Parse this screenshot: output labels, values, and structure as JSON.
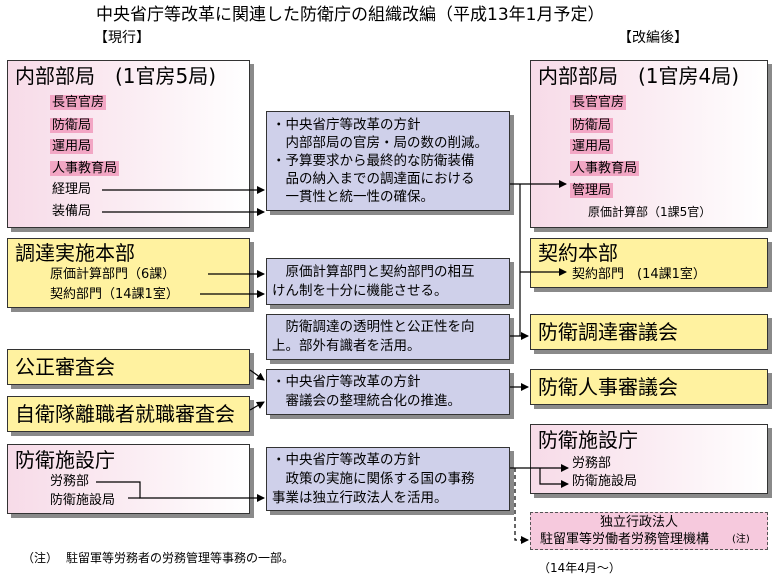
{
  "title": "中央省庁等改革に関連した防衛庁の組織改編（平成13年1月予定）",
  "current_label": "【現行】",
  "after_label": "【改編後】",
  "left": {
    "naibu": {
      "title": "内部部局　(1官房5局)",
      "items": [
        "長官官房",
        "防衛局",
        "運用局",
        "人事教育局",
        "経理局",
        "装備局"
      ]
    },
    "chotatsu": {
      "title": "調達実施本部",
      "items": [
        "原価計算部門（6課）",
        "契約部門（14課1室）"
      ]
    },
    "kosei": "公正審査会",
    "jieitai": "自衛隊離職者就職審査会",
    "shisetsu": {
      "title": "防衛施設庁",
      "items": [
        "労務部",
        "防衛施設局"
      ]
    }
  },
  "middle": {
    "box1": [
      "・中央省庁等改革の方針",
      "　内部部局の官房・局の数の削減。",
      "・予算要求から最終的な防衛装備",
      "　品の納入までの調達面における",
      "　一貫性と統一性の確保。"
    ],
    "box2": [
      "　原価計算部門と契約部門の相互",
      "けん制を十分に機能させる。"
    ],
    "box3": [
      "　防衛調達の透明性と公正性を向",
      "上。部外有識者を活用。"
    ],
    "box4": [
      "・中央省庁等改革の方針",
      "　審議会の整理統合化の推進。"
    ],
    "box5": [
      "・中央省庁等改革の方針",
      "　政策の実施に関係する国の事務",
      "事業は独立行政法人を活用。"
    ]
  },
  "right": {
    "naibu": {
      "title": "内部部局　(1官房4局)",
      "items": [
        "長官官房",
        "防衛局",
        "運用局",
        "人事教育局",
        "管理局"
      ],
      "sub": "原価計算部（1課5官）"
    },
    "keiyaku": {
      "title": "契約本部",
      "item": "契約部門　(14課1室）"
    },
    "chotatsu_shingikai": "防衛調達審議会",
    "jinji_shingikai": "防衛人事審議会",
    "shisetsu": {
      "title": "防衛施設庁",
      "items": [
        "労務部",
        "防衛施設局"
      ]
    },
    "dokuritsu": {
      "line1": "独立行政法人",
      "line2": "駐留軍等労働者労務管理機構",
      "note_mark": "(注)",
      "date": "（14年4月～）"
    }
  },
  "footnote": {
    "mark": "（注）",
    "text": "駐留軍等労務者の労務管理等事務の一部。"
  }
}
